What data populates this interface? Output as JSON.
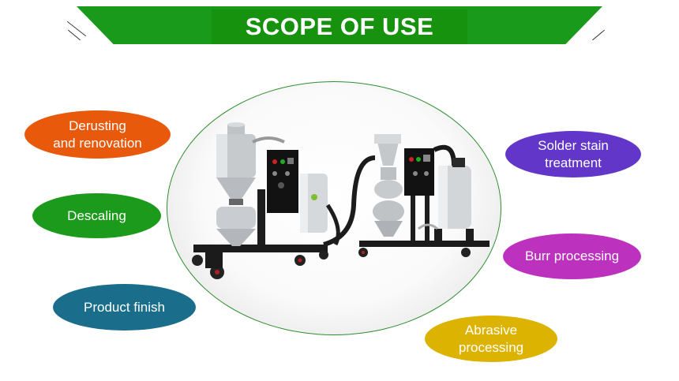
{
  "banner": {
    "title": "SCOPE OF USE",
    "color": "#1a9a1a"
  },
  "applications": [
    {
      "label": "Derusting\nand renovation",
      "color": "#e8590c"
    },
    {
      "label": "Descaling",
      "color": "#1c9a1c"
    },
    {
      "label": "Product finish",
      "color": "#1a6e8c"
    },
    {
      "label": "Solder stain\ntreatment",
      "color": "#6236c9"
    },
    {
      "label": "Burr processing",
      "color": "#bc32bf"
    },
    {
      "label": "Abrasive\nprocessing",
      "color": "#dcb300"
    }
  ],
  "ellipse_border_color": "#2f8f2f",
  "center_image": "blast machines illustration"
}
